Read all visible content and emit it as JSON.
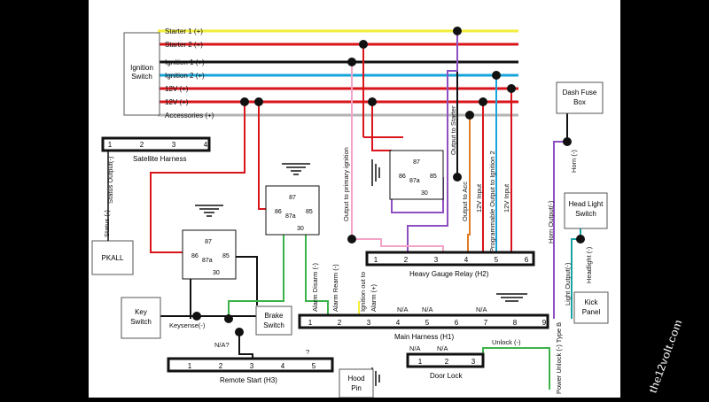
{
  "wires": {
    "starter1": "Starter 1 (+)",
    "starter2": "Starter 2 (+)",
    "ignition1": "Ignition 1 (+)",
    "ignition2": "Ignition 2 (+)",
    "v12a": "12V (+)",
    "v12b": "12V (+)",
    "accessories": "Accessories (+)"
  },
  "boxes": {
    "ignition_switch_line1": "Ignition",
    "ignition_switch_line2": "Switch",
    "dash_fuse_line1": "Dash Fuse",
    "dash_fuse_line2": "Box",
    "head_light_line1": "Head Light",
    "head_light_line2": "Switch",
    "kick_line1": "Kick",
    "kick_line2": "Panel",
    "pkall": "PKALL",
    "key_switch_line1": "Key",
    "key_switch_line2": "Switch",
    "brake_line1": "Brake",
    "brake_line2": "Switch",
    "hood_line1": "Hood",
    "hood_line2": "Pin"
  },
  "connectors": {
    "satellite_title": "Satellite Harness",
    "satellite_pins": [
      "1",
      "2",
      "3",
      "4"
    ],
    "heavy_title": "Heavy Gauge Relay (H2)",
    "heavy_pins": [
      "1",
      "2",
      "3",
      "4",
      "5",
      "6"
    ],
    "main_title": "Main Harness (H1)",
    "main_pins": [
      "1",
      "2",
      "3",
      "4",
      "5",
      "6",
      "7",
      "8",
      "9"
    ],
    "remote_title": "Remote Start (H3)",
    "remote_pins": [
      "1",
      "2",
      "3",
      "4",
      "5"
    ],
    "door_title": "Door Lock",
    "door_pins": [
      "1",
      "2",
      "3"
    ]
  },
  "relay_labels": {
    "p87": "87",
    "p86": "86",
    "p87a": "87a",
    "p85": "85",
    "p30": "30"
  },
  "labels": {
    "status_output": "Status Output(-)",
    "status_minus": "Status (-)",
    "output_primary_ignition": "Output to primary ignition",
    "output_starter": "Output to Starter",
    "output_acc": "Output to Acc",
    "v12_input_a": "12V Input",
    "v12_input_b": "12V Input",
    "programmable_output": "Programmable Output to Ignition 2",
    "horn_minus": "Horn (-)",
    "horn_output": "Horn Output(-)",
    "headlight_minus": "Headlight (-)",
    "light_output": "Light Output(-)",
    "alarm_disarm": "Alarm Disarm (-)",
    "alarm_rearm": "Alarm Rearm (-)",
    "ignition_out_to": "Ignition out to",
    "alarm_plus": "Alarm (+)",
    "na1": "N/A",
    "na2": "N/A",
    "na3": "N/A",
    "keysense": "Keysense(-)",
    "na_q": "N/A?",
    "question": "?",
    "door_na1": "N/A",
    "door_na2": "N/A",
    "unlock": "Unlock (-)",
    "power_unlock": "Power Unlock (-) Type B"
  },
  "watermark": "the12volt.com",
  "colors": {
    "yellow": "#f2ee3a",
    "red": "#d9141b",
    "blue": "#16a5d8",
    "gray": "#b3b3b3",
    "purple": "#8e4fc2",
    "pink": "#f4a3c8",
    "orange": "#e07b26",
    "green": "#3bb34a",
    "teal": "#1aa3a3"
  }
}
